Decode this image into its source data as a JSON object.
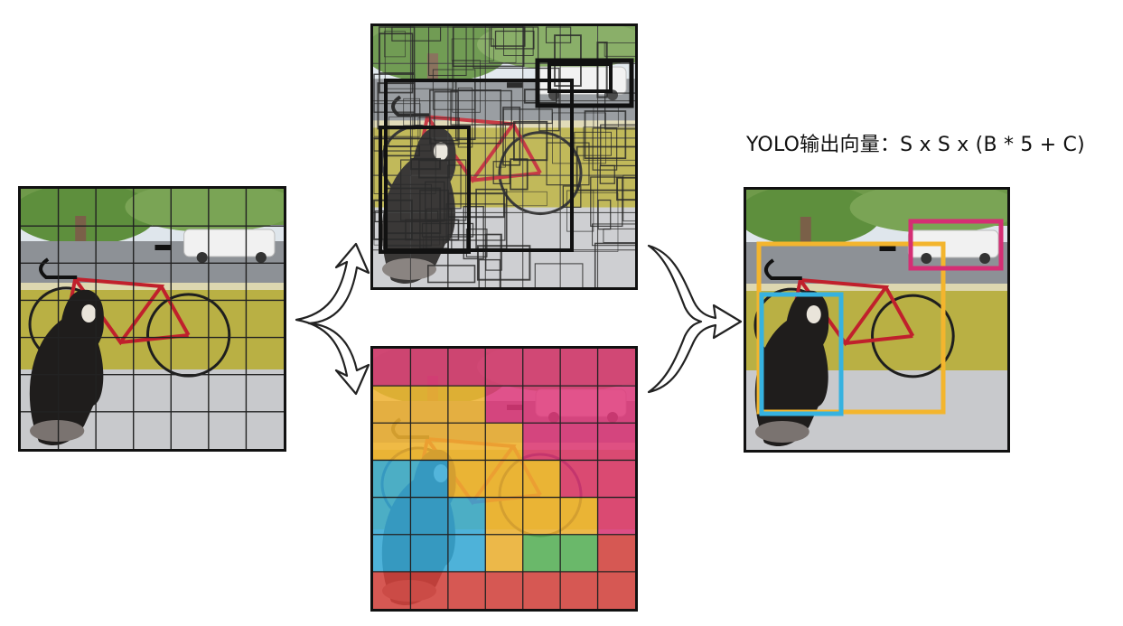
{
  "title": "YOLO输出向量：S x S x (B * 5 + C)",
  "colors": {
    "pink": "#e0397a",
    "yellow": "#f2b433",
    "blue": "#3aaedb",
    "green": "#5bb55a",
    "red": "#d9453f",
    "box_yellow": "#f3b52e",
    "box_blue": "#36b2e0",
    "box_pink": "#d52e74"
  },
  "grid_size": 7,
  "class_map": [
    [
      "pink",
      "pink",
      "pink",
      "pink",
      "pink",
      "pink",
      "pink"
    ],
    [
      "yellow",
      "yellow",
      "yellow",
      "pink",
      "pink",
      "pink",
      "pink"
    ],
    [
      "yellow",
      "yellow",
      "yellow",
      "yellow",
      "pink",
      "pink",
      "pink"
    ],
    [
      "blue",
      "blue",
      "yellow",
      "yellow",
      "yellow",
      "pink",
      "pink"
    ],
    [
      "blue",
      "blue",
      "blue",
      "yellow",
      "yellow",
      "yellow",
      "pink"
    ],
    [
      "blue",
      "blue",
      "blue",
      "yellow",
      "green",
      "green",
      "red"
    ],
    [
      "red",
      "red",
      "red",
      "red",
      "red",
      "red",
      "red"
    ]
  ]
}
